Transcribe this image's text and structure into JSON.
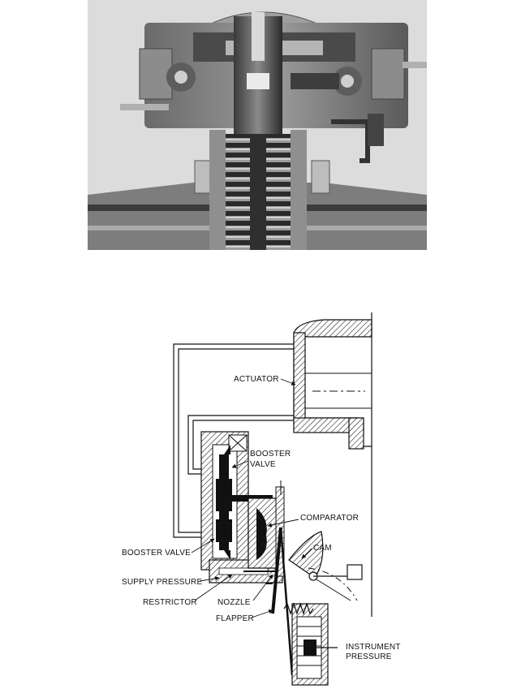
{
  "photo": {
    "subject": "Cutaway photograph of valve positioner mounted on actuator"
  },
  "schematic": {
    "labels": {
      "actuator": "ACTUATOR",
      "booster_valve_top_line1": "BOOSTER",
      "booster_valve_top_line2": "VALVE",
      "comparator": "COMPARATOR",
      "cam": "CAM",
      "booster_valve_left": "BOOSTER VALVE",
      "supply_pressure": "SUPPLY PRESSURE",
      "restrictor": "RESTRICTOR",
      "nozzle": "NOZZLE",
      "flapper": "FLAPPER",
      "instrument_pressure_line1": "INSTRUMENT",
      "instrument_pressure_line2": "PRESSURE"
    }
  }
}
